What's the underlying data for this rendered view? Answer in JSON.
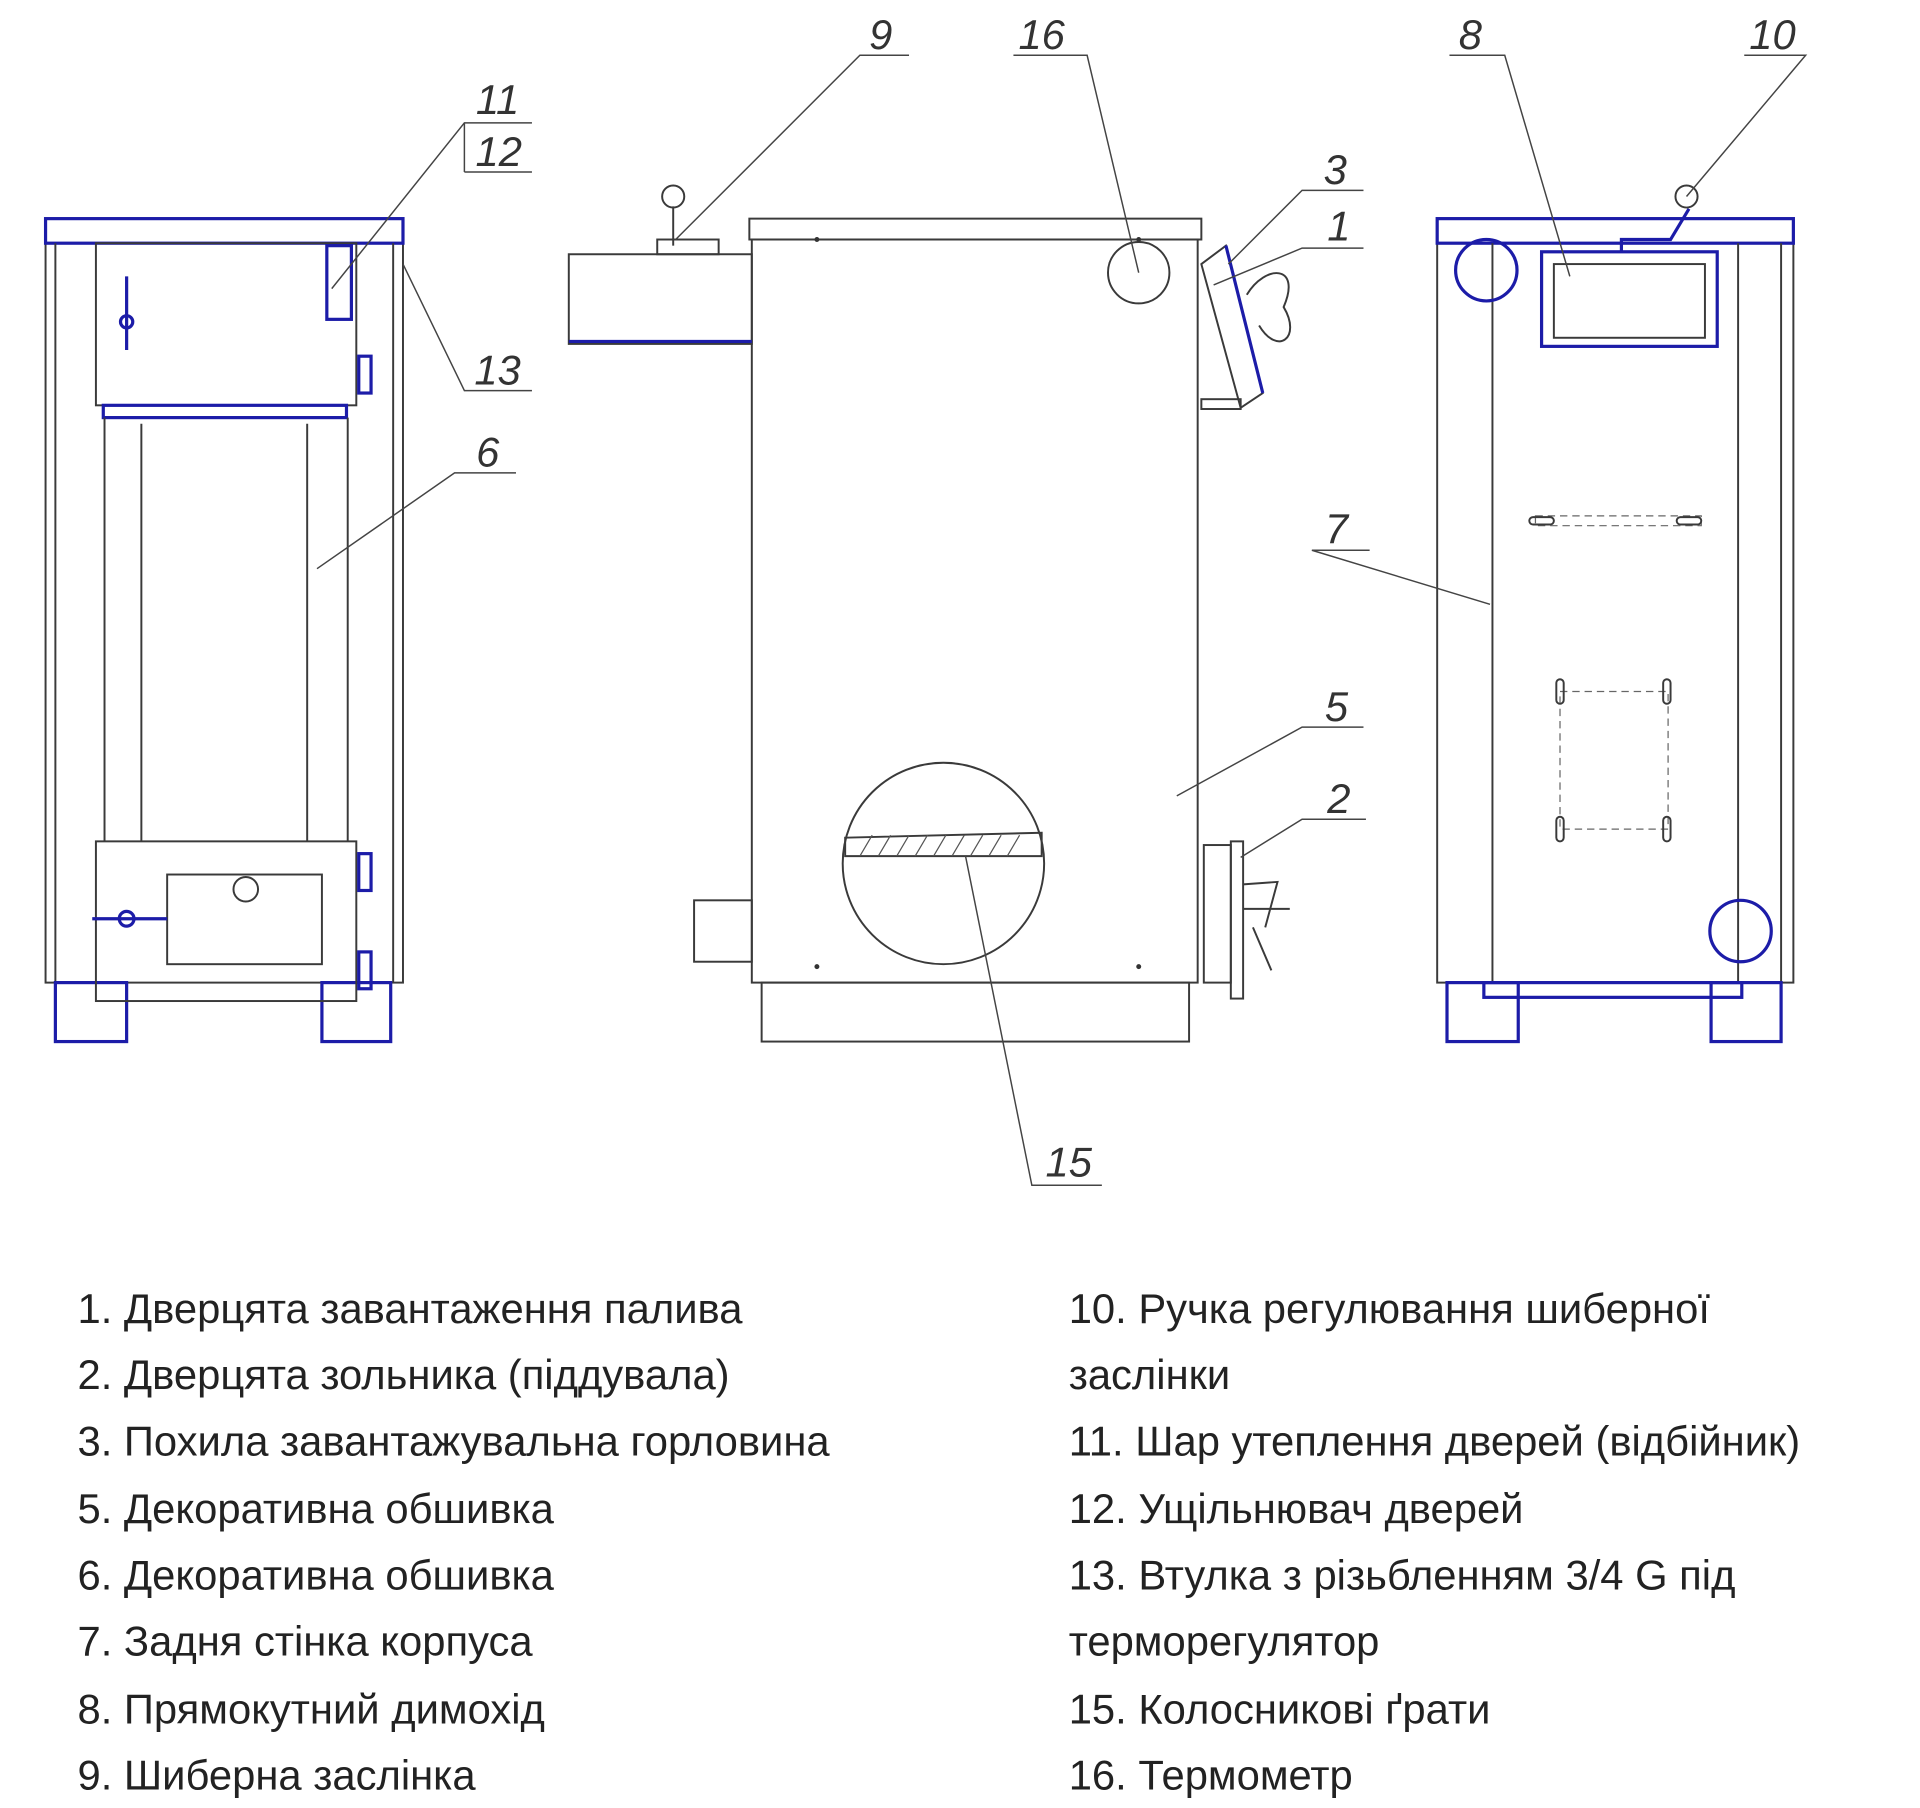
{
  "callouts": {
    "c1": "1",
    "c2": "2",
    "c3": "3",
    "c5": "5",
    "c6": "6",
    "c7": "7",
    "c8": "8",
    "c9": "9",
    "c10": "10",
    "c11": "11",
    "c12": "12",
    "c13": "13",
    "c15": "15",
    "c16": "16"
  },
  "legend": {
    "left": [
      "1. Дверцята завантаження палива",
      "2. Дверцята зольника (піддувала)",
      "3. Похила завантажувальна горловина",
      "5. Декоративна обшивка",
      "6. Декоративна обшивка",
      "7. Задня стінка корпуса",
      "8. Прямокутний димохід",
      "9. Шиберна заслінка"
    ],
    "right": [
      "10. Ручка регулювання шиберної",
      "заслінки",
      "11. Шар утеплення дверей (відбійник)",
      "12. Ущільнювач дверей",
      "13. Втулка з різьбленням 3/4 G під",
      "терморегулятор",
      "15. Колосникові ґрати",
      "16. Термометр"
    ]
  },
  "colors": {
    "line": "#3a3a3a",
    "accent": "#1c1ca8"
  }
}
